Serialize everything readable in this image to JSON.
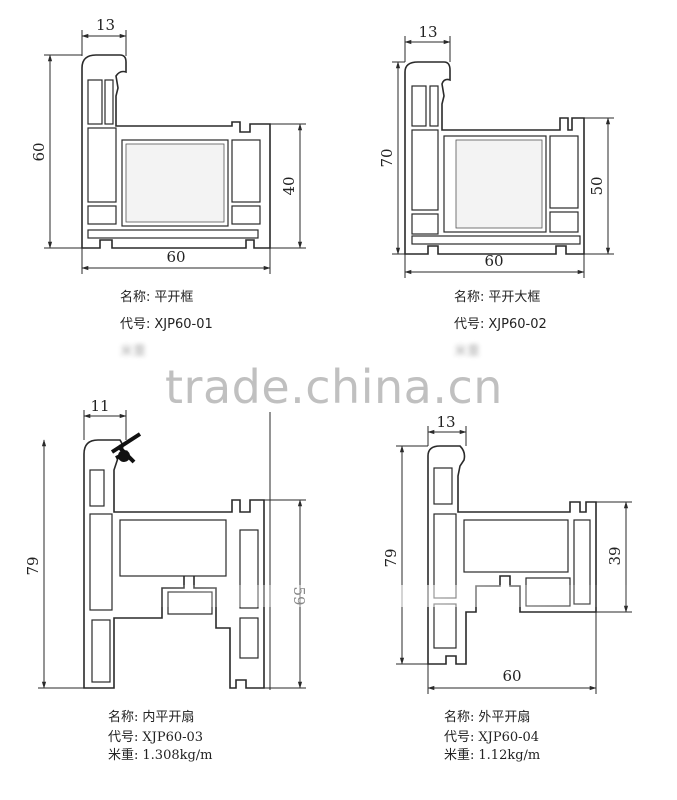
{
  "watermark": "trade.china.cn",
  "profiles": [
    {
      "id": "p1",
      "dims": {
        "top_width": "13",
        "height": "60",
        "right_height": "40",
        "width": "60"
      },
      "caption": {
        "name_label": "名称:",
        "name": "平开框",
        "code_label": "代号:",
        "code": "XJP60-01",
        "weight_label": "米重",
        "weight": ""
      }
    },
    {
      "id": "p2",
      "dims": {
        "top_width": "13",
        "height": "70",
        "right_height": "50",
        "width": "60"
      },
      "caption": {
        "name_label": "名称:",
        "name": "平开大框",
        "code_label": "代号:",
        "code": "XJP60-02",
        "weight_label": "米重",
        "weight": ""
      }
    },
    {
      "id": "p3",
      "dims": {
        "top_width": "11",
        "height": "79",
        "right_height": "59"
      },
      "caption": {
        "name_label": "名称:",
        "name": "内平开扇",
        "code_label": "代号:",
        "code": "XJP60-03",
        "weight_label": "米重:",
        "weight": "1.308kg/m"
      }
    },
    {
      "id": "p4",
      "dims": {
        "top_width": "13",
        "height": "79",
        "right_height": "39",
        "width": "60"
      },
      "caption": {
        "name_label": "名称:",
        "name": "外平开扇",
        "code_label": "代号:",
        "code": "XJP60-04",
        "weight_label": "米重:",
        "weight": "1.12kg/m"
      }
    }
  ]
}
